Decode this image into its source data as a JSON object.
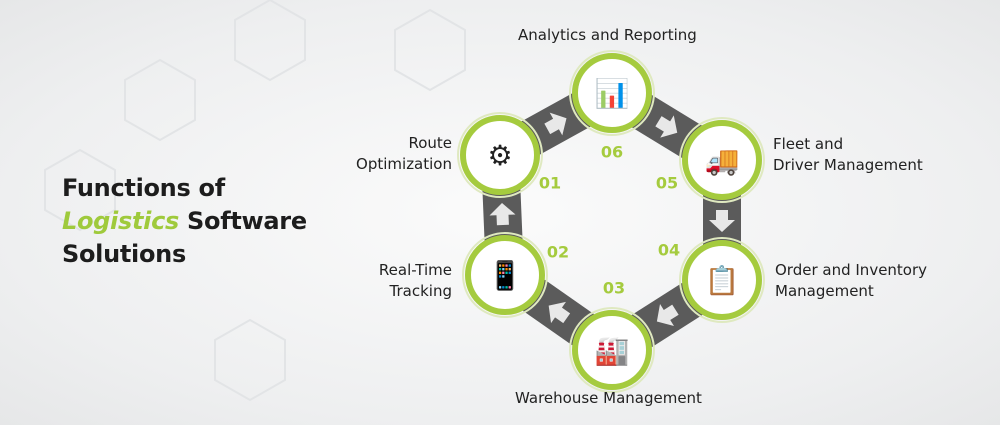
{
  "title": {
    "line1": "Functions of",
    "highlight": "Logistics",
    "line2_rest": " Software",
    "line3": "Solutions"
  },
  "steps": [
    {
      "num": "01",
      "label_lines": [
        "Route",
        "Optimization"
      ],
      "icon": "route-roundabout-icon"
    },
    {
      "num": "02",
      "label_lines": [
        "Real-Time",
        "Tracking"
      ],
      "icon": "phone-location-icon"
    },
    {
      "num": "03",
      "label_lines": [
        "Warehouse Management"
      ],
      "icon": "warehouse-icon"
    },
    {
      "num": "04",
      "label_lines": [
        "Order and Inventory",
        "Management"
      ],
      "icon": "inventory-clipboard-icon"
    },
    {
      "num": "05",
      "label_lines": [
        "Fleet and",
        "Driver Management"
      ],
      "icon": "truck-gear-icon"
    },
    {
      "num": "06",
      "label_lines": [
        "Analytics and Reporting"
      ],
      "icon": "analytics-report-icon"
    }
  ],
  "colors": {
    "accent": "#a5cb3e",
    "arrow_band": "#5b5b5b",
    "arrow": "#e8e8e8",
    "text": "#222222"
  }
}
